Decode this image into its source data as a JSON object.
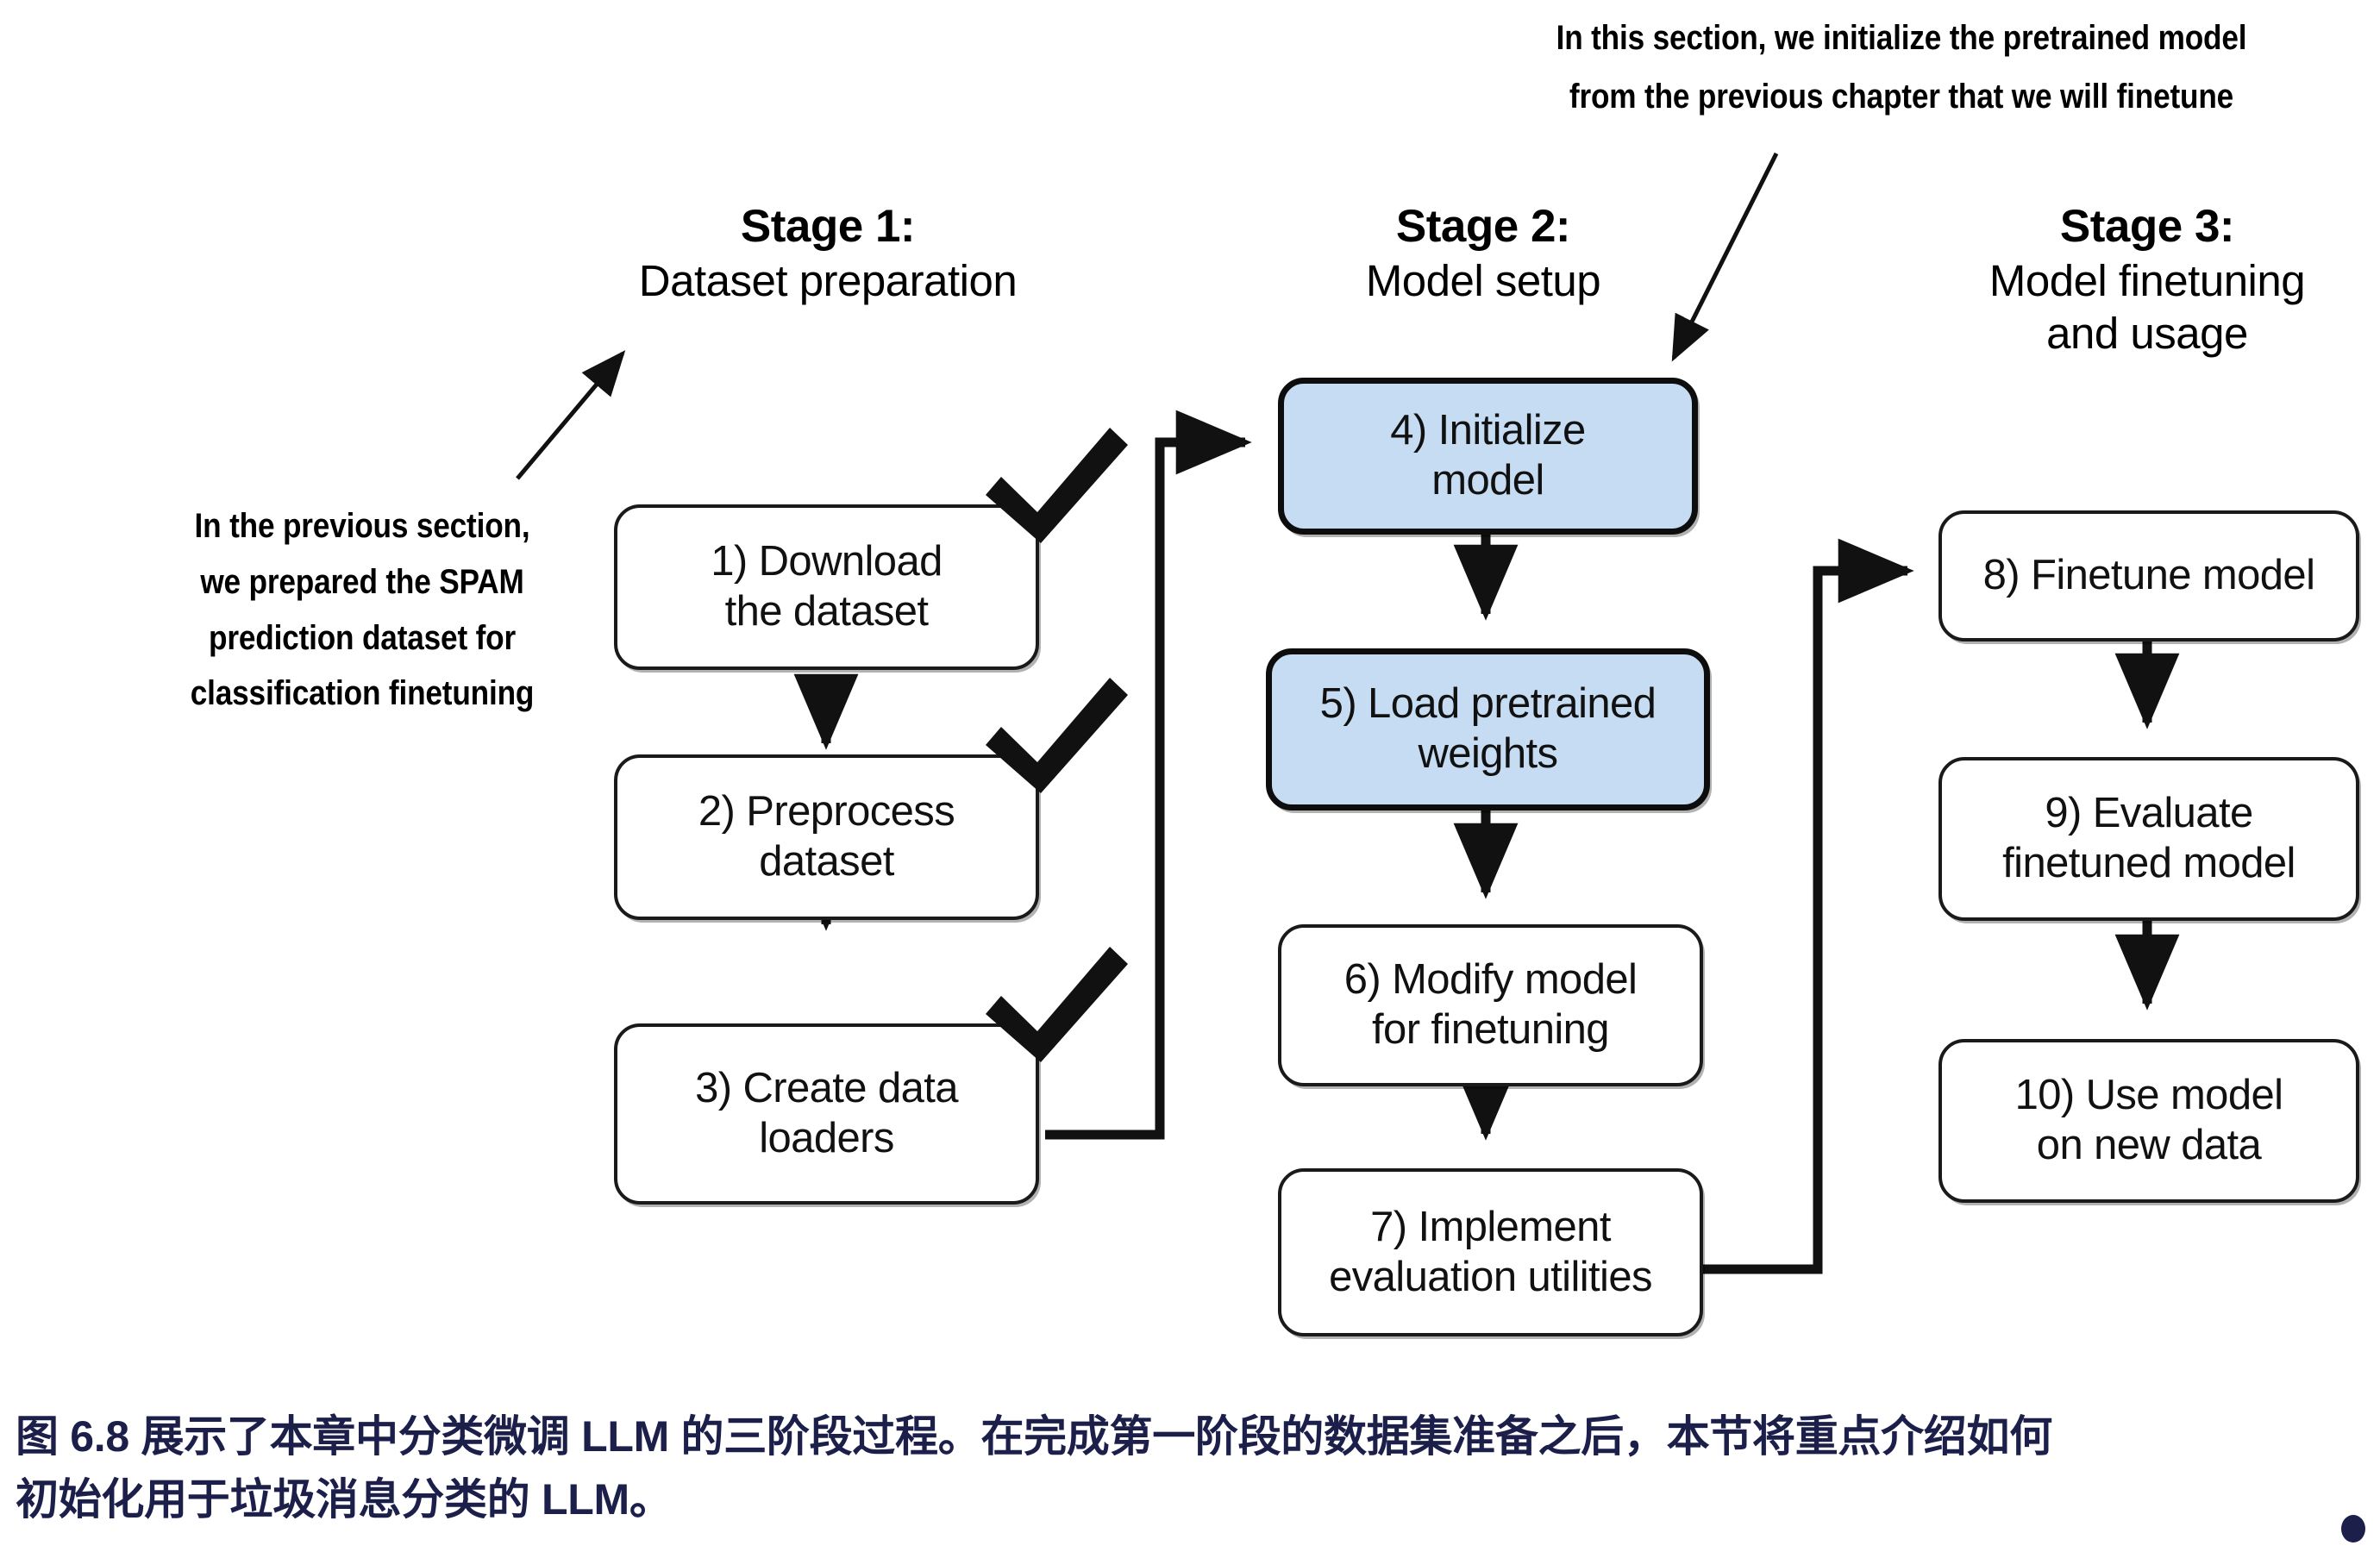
{
  "figure": {
    "title": "Three-stage process for classification finetuning an LLM",
    "accent_blue": "#c6dcf2",
    "line_color": "#111111",
    "caption_color": "#1c1f4a"
  },
  "stages": [
    {
      "title": "Stage 1:",
      "subtitle": "Dataset preparation"
    },
    {
      "title": "Stage 2:",
      "subtitle": "Model setup"
    },
    {
      "title": "Stage 3:",
      "subtitle_line1": "Model finetuning",
      "subtitle_line2": "and usage"
    }
  ],
  "annotations": {
    "left": {
      "line1": "In the previous section,",
      "line2": "we prepared the SPAM",
      "line3": "prediction dataset for",
      "line4": "classification finetuning"
    },
    "top": {
      "line1": "In this section, we initialize the pretrained model",
      "line2": "from the previous chapter that we will finetune"
    }
  },
  "nodes": [
    {
      "id": "n1",
      "line1": "1) Download",
      "line2": "the dataset",
      "highlight": false,
      "checked": true
    },
    {
      "id": "n2",
      "line1": "2) Preprocess",
      "line2": "dataset",
      "highlight": false,
      "checked": true
    },
    {
      "id": "n3",
      "line1": "3) Create data",
      "line2": "loaders",
      "highlight": false,
      "checked": true
    },
    {
      "id": "n4",
      "line1": "4) Initialize",
      "line2": "model",
      "highlight": true,
      "checked": false
    },
    {
      "id": "n5",
      "line1": "5) Load pretrained",
      "line2": "weights",
      "highlight": true,
      "checked": false
    },
    {
      "id": "n6",
      "line1": "6) Modify model",
      "line2": "for finetuning",
      "highlight": false,
      "checked": false
    },
    {
      "id": "n7",
      "line1": "7) Implement",
      "line2": "evaluation utilities",
      "highlight": false,
      "checked": false
    },
    {
      "id": "n8",
      "line1": "8) Finetune model",
      "line2": "",
      "highlight": false,
      "checked": false
    },
    {
      "id": "n9",
      "line1": "9) Evaluate",
      "line2": "finetuned model",
      "highlight": false,
      "checked": false
    },
    {
      "id": "n10",
      "line1": "10) Use model",
      "line2": "on new data",
      "highlight": false,
      "checked": false
    }
  ],
  "caption": {
    "line1": "图 6.8 展示了本章中分类微调 LLM 的三阶段过程。在完成第一阶段的数据集准备之后，本节将重点介绍如何",
    "line2": "初始化用于垃圾消息分类的 LLM。"
  }
}
